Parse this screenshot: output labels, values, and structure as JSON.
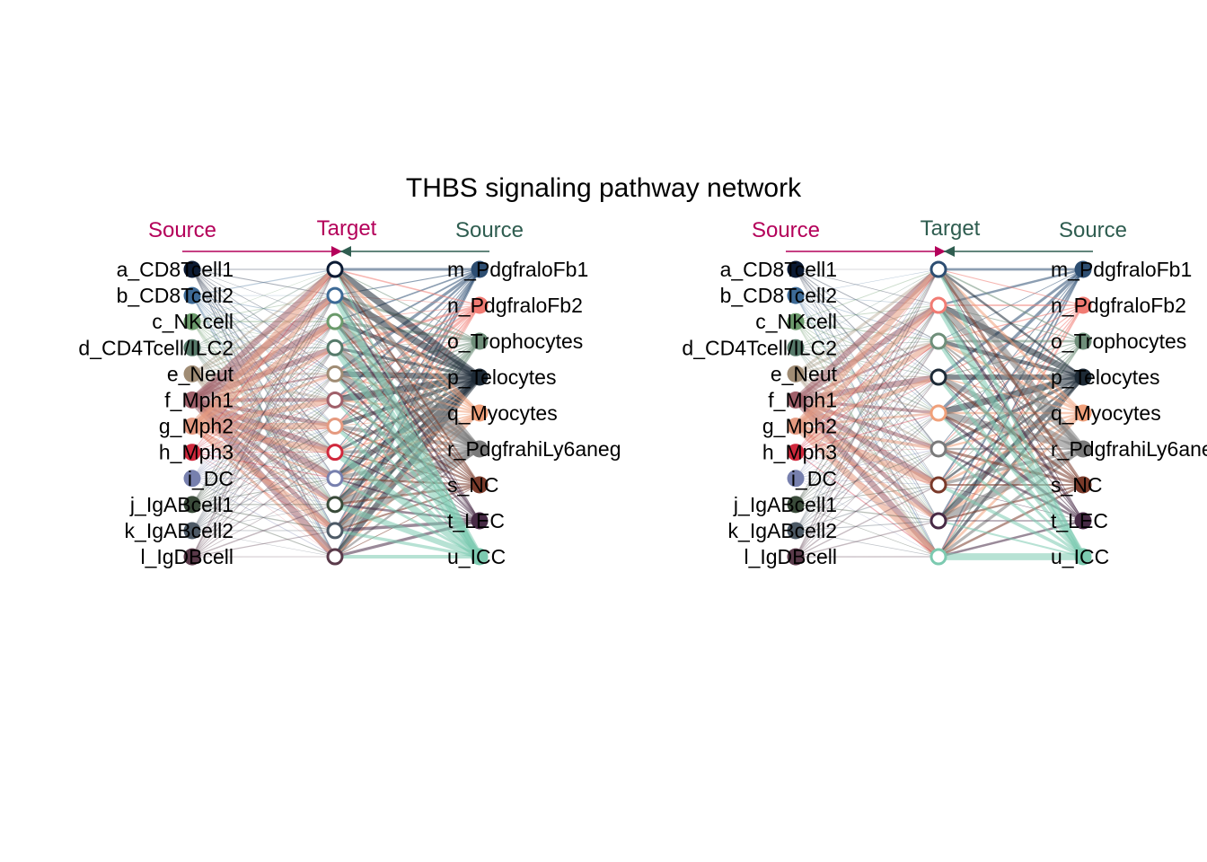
{
  "title": "THBS signaling pathway network",
  "header_labels": {
    "source_left": "Source",
    "target": "Target",
    "source_right": "Source"
  },
  "colors": {
    "source_left_header": "#b4005a",
    "source_right_header": "#2f5d50",
    "edge_gray": "#7a7a7a"
  },
  "source_groups": {
    "left": [
      {
        "name": "a_CD8Tcell1",
        "color": "#0b1a33"
      },
      {
        "name": "b_CD8Tcell2",
        "color": "#3d6a96"
      },
      {
        "name": "c_NKcell",
        "color": "#6b9a6b"
      },
      {
        "name": "d_CD4Tcell/ILC2",
        "color": "#567a6a"
      },
      {
        "name": "e_Neut",
        "color": "#a08c74"
      },
      {
        "name": "f_Mph1",
        "color": "#a0606a"
      },
      {
        "name": "g_Mph2",
        "color": "#e59a80"
      },
      {
        "name": "h_Mph3",
        "color": "#d0283c"
      },
      {
        "name": "i_DC",
        "color": "#7780ae"
      },
      {
        "name": "j_IgABcell1",
        "color": "#394a39"
      },
      {
        "name": "k_IgABcell2",
        "color": "#4d5a66"
      },
      {
        "name": "l_IgDBcell",
        "color": "#5a3a4a"
      }
    ],
    "right": [
      {
        "name": "m_PdgfraloFb1",
        "color": "#2d4e72"
      },
      {
        "name": "n_PdgfraloFb2",
        "color": "#f17b73"
      },
      {
        "name": "o_Trophocytes",
        "color": "#6f8f7a"
      },
      {
        "name": "p_Telocytes",
        "color": "#1d2a36"
      },
      {
        "name": "q_Myocytes",
        "color": "#f0a07a"
      },
      {
        "name": "r_PdgfrahiLy6aneg",
        "color": "#7a7a7a"
      },
      {
        "name": "s_NC",
        "color": "#7a3a2a"
      },
      {
        "name": "t_LEC",
        "color": "#472a45"
      },
      {
        "name": "u_ICC",
        "color": "#7ccab0"
      }
    ]
  },
  "panels": [
    {
      "id": "left-panel",
      "target_nodes": [
        {
          "color": "#0b1a33"
        },
        {
          "color": "#3d6a96"
        },
        {
          "color": "#6b9a6b"
        },
        {
          "color": "#567a6a"
        },
        {
          "color": "#a08c74"
        },
        {
          "color": "#a0606a"
        },
        {
          "color": "#e59a80"
        },
        {
          "color": "#d0283c"
        },
        {
          "color": "#7780ae"
        },
        {
          "color": "#394a39"
        },
        {
          "color": "#4d5a66"
        },
        {
          "color": "#5a3a4a"
        }
      ]
    },
    {
      "id": "right-panel",
      "target_nodes": [
        {
          "color": "#2d4e72"
        },
        {
          "color": "#f17b73"
        },
        {
          "color": "#6f8f7a"
        },
        {
          "color": "#1d2a36"
        },
        {
          "color": "#f0a07a"
        },
        {
          "color": "#7a7a7a"
        },
        {
          "color": "#7a3a2a"
        },
        {
          "color": "#472a45"
        },
        {
          "color": "#7ccab0"
        }
      ]
    }
  ]
}
